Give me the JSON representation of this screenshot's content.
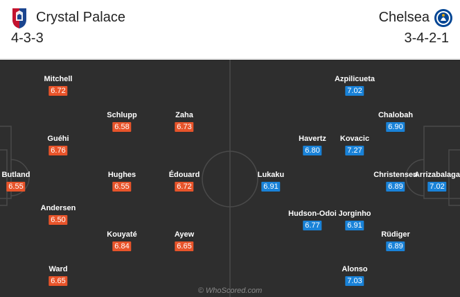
{
  "home": {
    "name": "Crystal Palace",
    "formation": "4-3-3",
    "crest_icon": "crystal-palace-crest-icon",
    "rating_color": "#e8542a",
    "players": [
      {
        "name": "Mitchell",
        "rating": "6.72"
      },
      {
        "name": "Schlupp",
        "rating": "6.58"
      },
      {
        "name": "Zaha",
        "rating": "6.73"
      },
      {
        "name": "Guéhi",
        "rating": "6.76"
      },
      {
        "name": "Butland",
        "rating": "6.55"
      },
      {
        "name": "Hughes",
        "rating": "6.55"
      },
      {
        "name": "Édouard",
        "rating": "6.72"
      },
      {
        "name": "Andersen",
        "rating": "6.50"
      },
      {
        "name": "Kouyaté",
        "rating": "6.84"
      },
      {
        "name": "Ayew",
        "rating": "6.65"
      },
      {
        "name": "Ward",
        "rating": "6.65"
      }
    ]
  },
  "away": {
    "name": "Chelsea",
    "formation": "3-4-2-1",
    "crest_icon": "chelsea-crest-icon",
    "rating_color": "#1982d8",
    "players": [
      {
        "name": "Azpilicueta",
        "rating": "7.02"
      },
      {
        "name": "Chalobah",
        "rating": "6.90"
      },
      {
        "name": "Havertz",
        "rating": "6.80"
      },
      {
        "name": "Kovacic",
        "rating": "7.27"
      },
      {
        "name": "Lukaku",
        "rating": "6.91"
      },
      {
        "name": "Christensen",
        "rating": "6.89"
      },
      {
        "name": "Arrizabalaga",
        "rating": "7.02"
      },
      {
        "name": "Hudson-Odoi",
        "rating": "6.77"
      },
      {
        "name": "Jorginho",
        "rating": "6.91"
      },
      {
        "name": "Rüdiger",
        "rating": "6.89"
      },
      {
        "name": "Alonso",
        "rating": "7.03"
      }
    ]
  },
  "watermark": "© WhoScored.com"
}
